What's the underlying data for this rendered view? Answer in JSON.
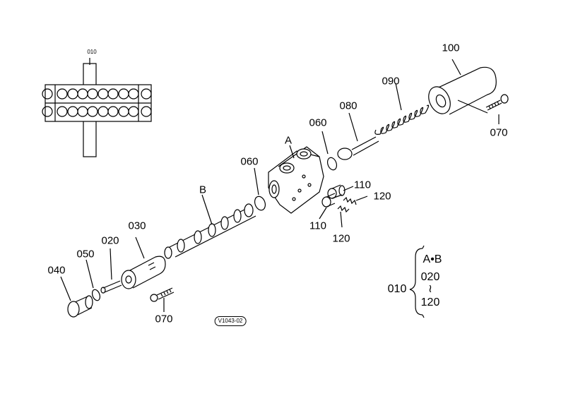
{
  "diagram": {
    "inset_label": "010",
    "drawing_code": "V1043-02",
    "parts": {
      "p100": "100",
      "p090": "090",
      "p080": "080",
      "p070_top": "070",
      "p060_top": "060",
      "p060_mid": "060",
      "pA": "A",
      "pB": "B",
      "p110_top": "110",
      "p120_top": "120",
      "p110_bot": "110",
      "p120_bot": "120",
      "p030": "030",
      "p020": "020",
      "p050": "050",
      "p040": "040",
      "p070_bot": "070"
    },
    "legend": {
      "assembly": "010",
      "line1": "A•B",
      "line2": "020",
      "tilde": "≀",
      "line3": "120"
    }
  }
}
